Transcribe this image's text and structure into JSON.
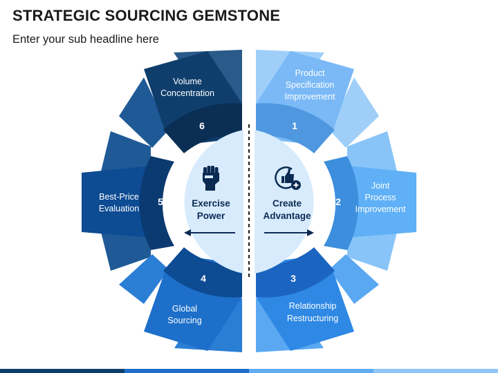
{
  "header": {
    "title": "STRATEGIC SOURCING GEMSTONE",
    "subtitle": "Enter your sub headline here"
  },
  "center": {
    "left": {
      "line1": "Exercise",
      "line2": "Power",
      "icon": "raised-fist-icon",
      "arrow": "arrow-left-icon"
    },
    "right": {
      "line1": "Create",
      "line2": "Advantage",
      "icon": "thumbs-up-plus-icon",
      "arrow": "arrow-right-icon"
    }
  },
  "segments": [
    {
      "number": "1",
      "lines": [
        "Product",
        "Specification",
        "Improvement"
      ]
    },
    {
      "number": "2",
      "lines": [
        "Joint",
        "Process",
        "Improvement"
      ]
    },
    {
      "number": "3",
      "lines": [
        "Relationship",
        "Restructuring"
      ]
    },
    {
      "number": "4",
      "lines": [
        "Global",
        "Sourcing"
      ]
    },
    {
      "number": "5",
      "lines": [
        "Best-Price",
        "Evaluation"
      ]
    },
    {
      "number": "6",
      "lines": [
        "Volume",
        "Concentration"
      ]
    }
  ],
  "colors": {
    "right_light": "#8fc6f8",
    "right_mid": "#62acf3",
    "right_dark": "#3d8fde",
    "right_deep": "#2f7fd0",
    "right_lower": "#2e88e4",
    "right_lower_dark": "#1b64c0",
    "left_dark": "#0f3e6c",
    "left_mid": "#1f5a96",
    "left_deep": "#0b2e54",
    "left_lower": "#1d6fc9",
    "left_lower_dark": "#0d4b93",
    "center_fill": "#d7ebfd",
    "text_dark": "#0b2a52"
  }
}
